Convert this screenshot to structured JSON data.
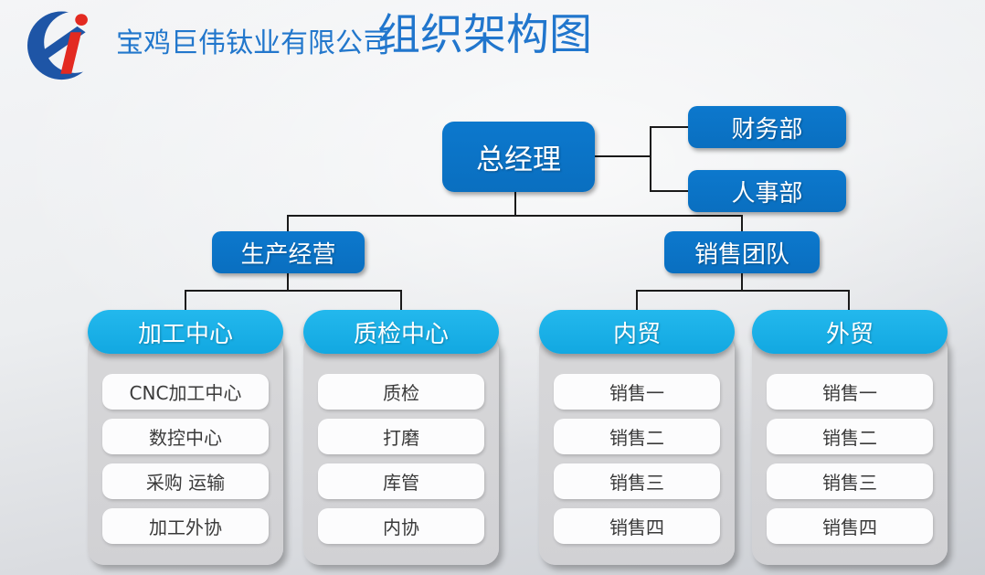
{
  "header": {
    "company_name": "宝鸡巨伟钛业有限公司",
    "page_title": "组织架构图",
    "logo_icon": "juwei-titanium-ti-logo"
  },
  "colors": {
    "box_blue": "#0a72c6",
    "pill_cyan": "#1ab1e9",
    "panel_gray": "#d3d3d5",
    "item_white": "#fcfcfd",
    "title_blue": "#2277cc",
    "logo_blue": "#1e55a6",
    "logo_red": "#e32a21",
    "connector_black": "#1a1a1a"
  },
  "org": {
    "root": {
      "label": "总经理"
    },
    "staff_departments": [
      {
        "label": "财务部"
      },
      {
        "label": "人事部"
      }
    ],
    "divisions": [
      {
        "label": "生产经营"
      },
      {
        "label": "销售团队"
      }
    ],
    "teams": [
      {
        "label": "加工中心",
        "items": [
          "CNC加工中心",
          "数控中心",
          "采购 运输",
          "加工外协"
        ]
      },
      {
        "label": "质检中心",
        "items": [
          "质检",
          "打磨",
          "库管",
          "内协"
        ]
      },
      {
        "label": "内贸",
        "items": [
          "销售一",
          "销售二",
          "销售三",
          "销售四"
        ]
      },
      {
        "label": "外贸",
        "items": [
          "销售一",
          "销售二",
          "销售三",
          "销售四"
        ]
      }
    ]
  }
}
